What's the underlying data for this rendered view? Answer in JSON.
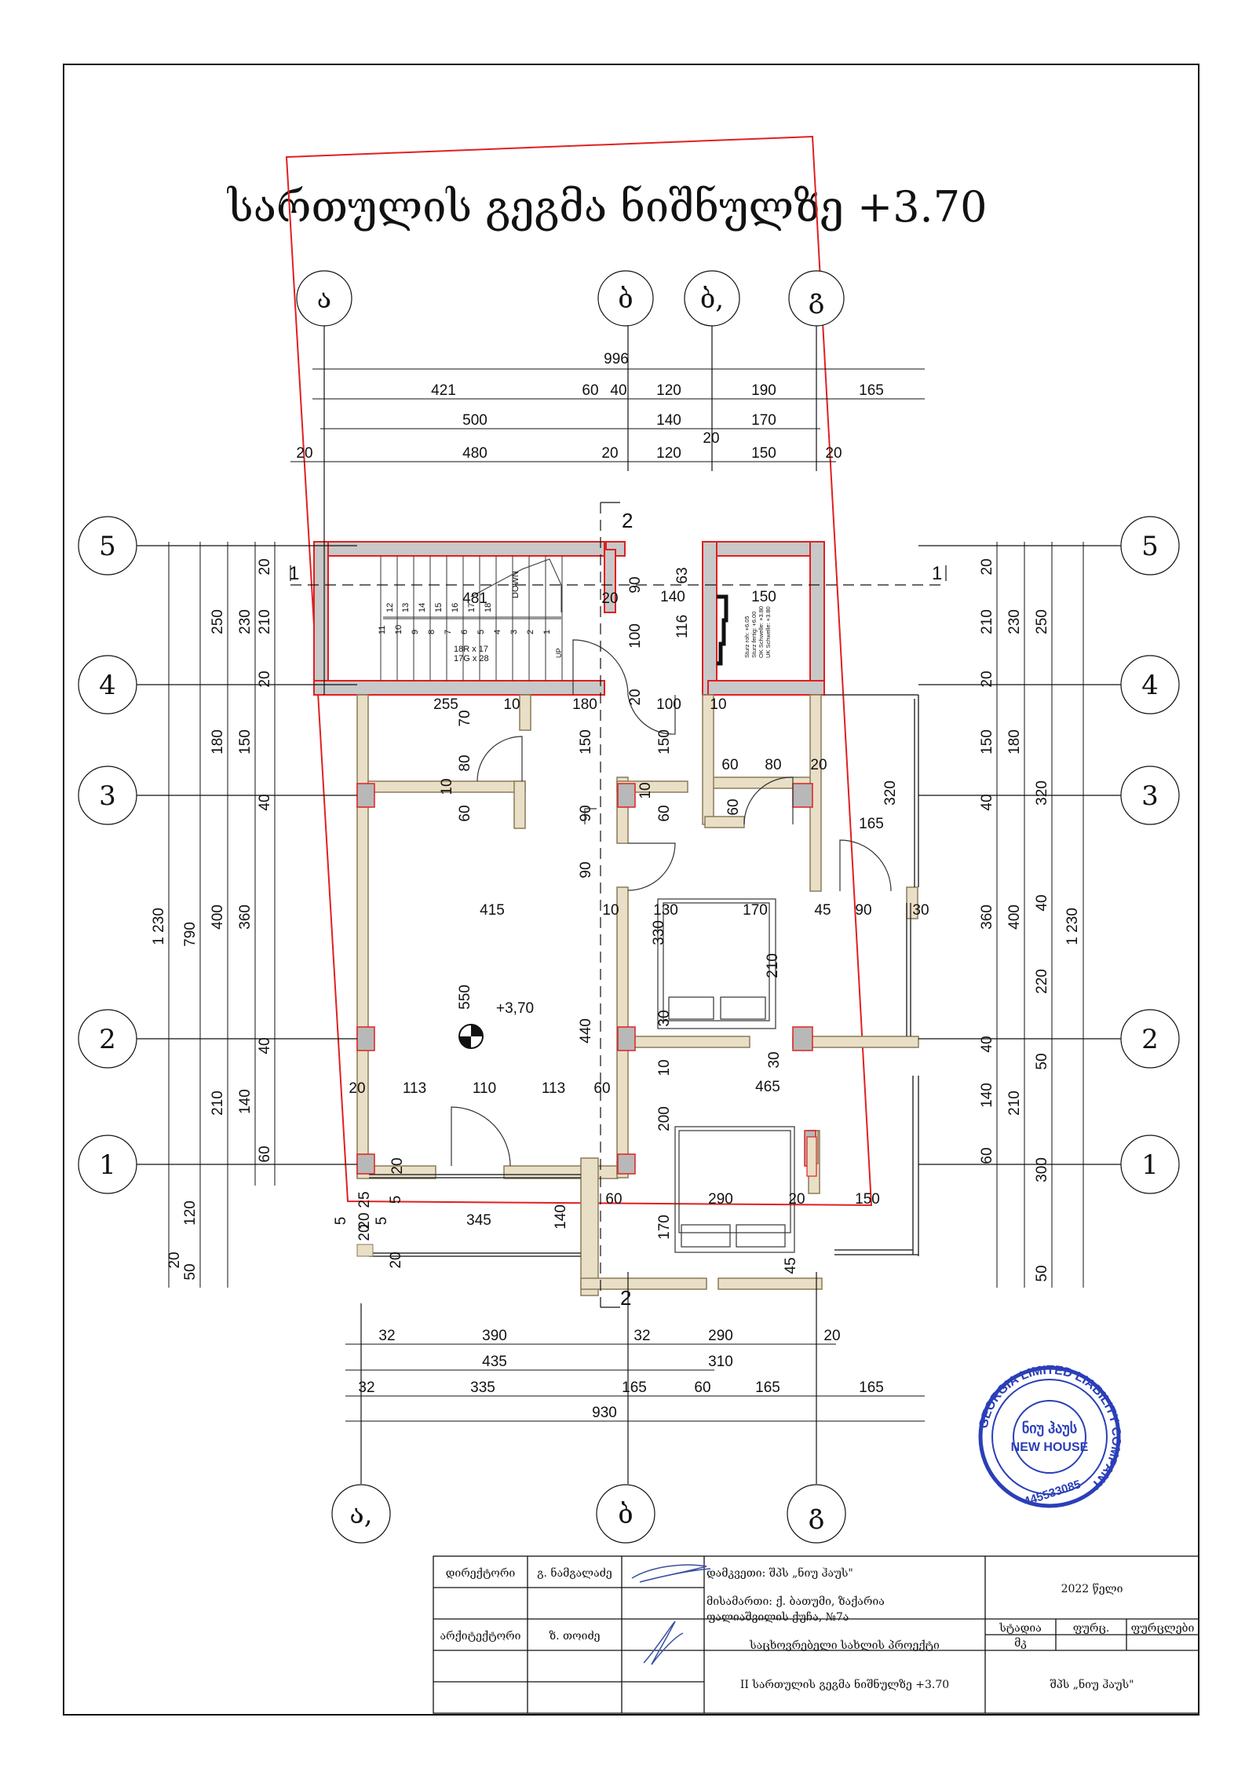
{
  "title": "სართულის გეგმა ნიშნულზე +3.70",
  "level_mark": "+3,70",
  "stair": {
    "down": "DOWN",
    "up": "UP",
    "rise": "18R x 17",
    "going": "17G x 28",
    "steps_top": [
      "12",
      "13",
      "14",
      "15",
      "16",
      "17",
      "18"
    ],
    "steps_bottom": [
      "11",
      "10",
      "9",
      "8",
      "7",
      "6",
      "5",
      "4",
      "3",
      "2",
      "1"
    ]
  },
  "chimney_notes": [
    "Sturz roh: +6.05",
    "Sturz fertig: +6.00",
    "OK Schwelle: +3.80",
    "UK Schwelle: +3.80"
  ],
  "section_marks": {
    "horizontal": "1",
    "vertical": "2"
  },
  "axes_top": [
    "ა",
    "ბ",
    "ბ,",
    "გ"
  ],
  "axes_bottom": [
    "ა,",
    "ბ",
    "გ"
  ],
  "axes_side": [
    "5",
    "4",
    "3",
    "2",
    "1"
  ],
  "dims_top": {
    "total": "996",
    "row2": [
      "421",
      "60",
      "40",
      "120",
      "190",
      "165"
    ],
    "row3": [
      "500",
      "140",
      "170"
    ],
    "mid": "20",
    "row4": [
      "20",
      "480",
      "20",
      "120",
      "150",
      "20"
    ]
  },
  "dims_bottom": {
    "row1": [
      "32",
      "390",
      "32",
      "290",
      "20"
    ],
    "row2": [
      "435",
      "310"
    ],
    "row3": [
      "32",
      "335",
      "165",
      "60",
      "165",
      "165"
    ],
    "total": "930"
  },
  "dims_left": {
    "outer": "1 230",
    "c2": [
      "790",
      "120",
      "50"
    ],
    "c3": [
      "250",
      "180",
      "400",
      "210"
    ],
    "c4": [
      "230",
      "150",
      "360",
      "140"
    ],
    "c5": [
      "20",
      "210",
      "20",
      "40",
      "40",
      "60",
      "20"
    ]
  },
  "dims_right": {
    "outer": "1 230",
    "c2": [
      "250",
      "320",
      "400",
      "300",
      "50"
    ],
    "c3": [
      "230",
      "180",
      "360",
      "220",
      "50",
      "210"
    ],
    "c4": [
      "20",
      "210",
      "20",
      "150",
      "40",
      "40",
      "40",
      "140",
      "60"
    ]
  },
  "dims_interior": [
    "481",
    "20",
    "90",
    "140",
    "150",
    "63",
    "116",
    "100",
    "255",
    "10",
    "180",
    "20",
    "100",
    "10",
    "70",
    "80",
    "10",
    "60",
    "150",
    "90",
    "90",
    "150",
    "10",
    "60",
    "60",
    "80",
    "20",
    "60",
    "165",
    "320",
    "415",
    "10",
    "130",
    "170",
    "45",
    "90",
    "30",
    "330",
    "210",
    "550",
    "440",
    "30",
    "30",
    "10",
    "20",
    "113",
    "110",
    "113",
    "60",
    "465",
    "200",
    "20",
    "25",
    "20",
    "5",
    "345",
    "140",
    "60",
    "290",
    "20",
    "150",
    "170",
    "45",
    "5",
    "20",
    "5",
    "20"
  ],
  "title_block": {
    "rows": [
      {
        "role": "დირექტორი",
        "name": "გ. ნამგალაძე"
      },
      {
        "role": "",
        "name": ""
      },
      {
        "role": "არქიტექტორი",
        "name": "ზ. თოიძე"
      },
      {
        "role": "",
        "name": ""
      },
      {
        "role": "",
        "name": ""
      }
    ],
    "client": "დამკვეთი: შპს „ნიუ ჰაუს\"",
    "address_line1": "მისამართი: ქ. ბათუმი, ზაქარია",
    "address_line2": "ფალიაშვილის ქუჩა, №7ა",
    "year": "2022 წელი",
    "project": "საცხოვრებელი სახლის პროექტი",
    "stage_label": "სტადია",
    "sheet_label": "ფურც.",
    "sheets_label": "ფურცლები",
    "stage_value": "მკ",
    "drawing_name": "II სართულის გეგმა ნიშნულზე +3.70",
    "company": "შპს „ნიუ ჰაუს\""
  },
  "stamp": {
    "ring_text": "GEORGIA LIMITED LIABILITY COMPANY",
    "center_ka": "ნიუ ჰაუს",
    "center_en": "NEW HOUSE",
    "number": "445533085"
  },
  "colors": {
    "wall": "#e9dfc6",
    "wall_stroke": "#8a7a5a",
    "gray_wall": "#c8c8c8",
    "red_outline": "#e02020",
    "stamp_blue": "#2a3fb8"
  }
}
